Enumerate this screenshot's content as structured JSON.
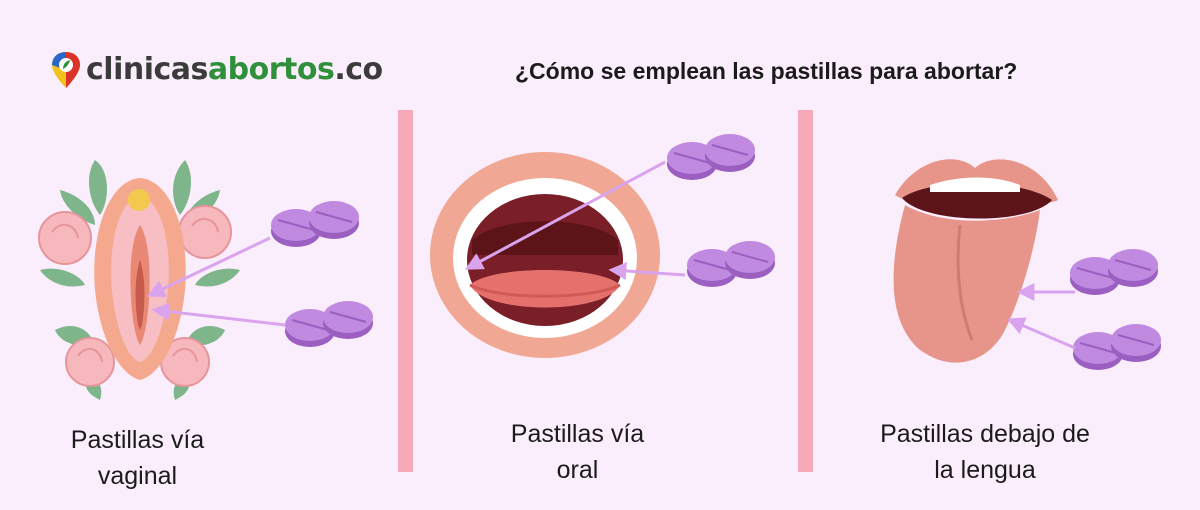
{
  "logo": {
    "part1": "clinicas",
    "part2": "abortos",
    "part3": ".co"
  },
  "headline": "¿Cómo se emplean las pastillas para abortar?",
  "methods": [
    {
      "line1": "Pastillas vía",
      "line2": "vaginal"
    },
    {
      "line1": "Pastillas vía",
      "line2": "oral"
    },
    {
      "line1": "Pastillas debajo de",
      "line2": "la lengua"
    }
  ],
  "colors": {
    "background": "#fbeefc",
    "divider": "#f6aab9",
    "pill": "#b97fd8",
    "arrow": "#d9a3ee",
    "logo_green": "#2f8f3a"
  }
}
